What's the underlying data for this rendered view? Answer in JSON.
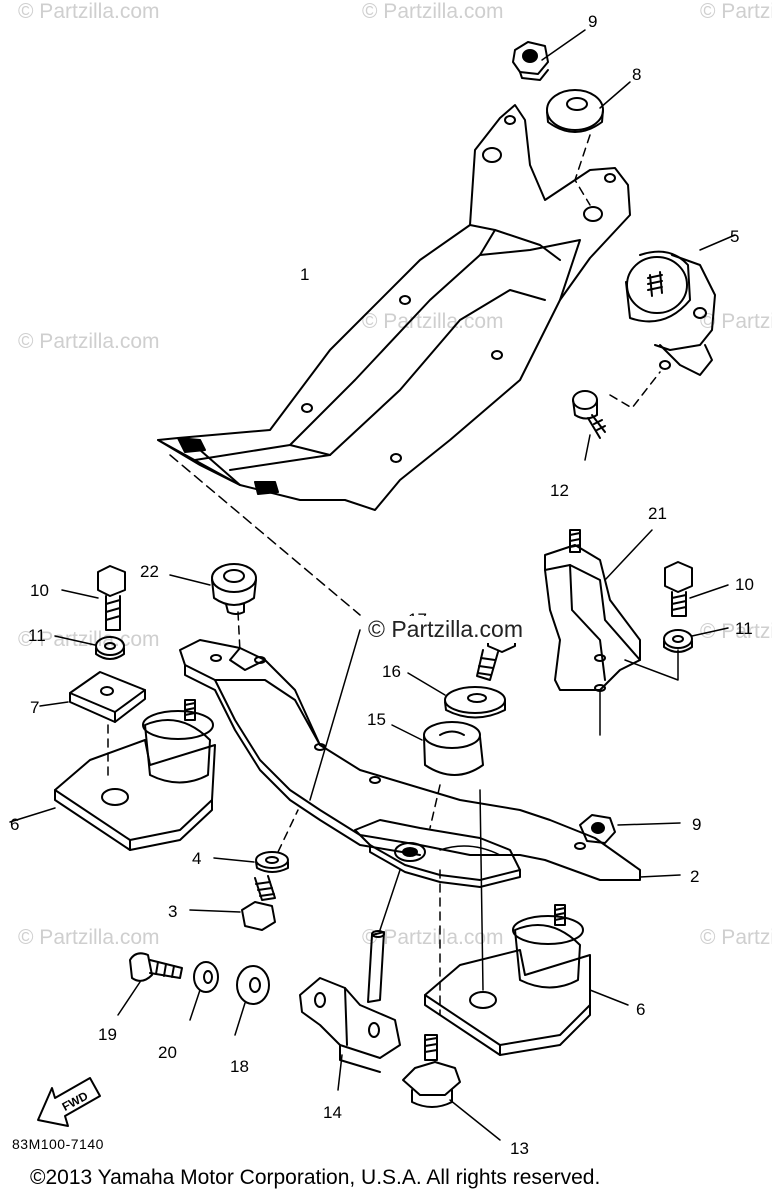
{
  "watermark": "© Partzilla.com",
  "callouts": {
    "c1": "1",
    "c2": "2",
    "c3": "3",
    "c4": "4",
    "c5": "5",
    "c6a": "6",
    "c6b": "6",
    "c7": "7",
    "c8": "8",
    "c9a": "9",
    "c9b": "9",
    "c10a": "10",
    "c10b": "10",
    "c11a": "11",
    "c11b": "11",
    "c12": "12",
    "c13": "13",
    "c14": "14",
    "c15": "15",
    "c16": "16",
    "c17": "17",
    "c18": "18",
    "c19": "19",
    "c20": "20",
    "c21": "21",
    "c22": "22"
  },
  "fwd_label": "FWD",
  "diagram_code": "83M100-7140",
  "copyright": "©2013  Yamaha Motor Corporation, U.S.A. All rights reserved."
}
